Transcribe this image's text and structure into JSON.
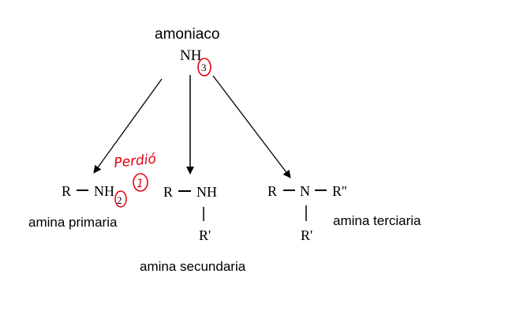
{
  "ammonia": {
    "label": "amoniaco",
    "formula_main": "NH",
    "formula_sub": "3"
  },
  "primary": {
    "r": "R",
    "nh_main": "NH",
    "nh_sub": "2",
    "name": "amina primaria"
  },
  "secondary": {
    "r": "R",
    "nh": "NH",
    "r_prime": "R'",
    "name": "amina secundaria"
  },
  "tertiary": {
    "r": "R",
    "n": "N",
    "r_double": "R''",
    "r_prime": "R'",
    "name": "amina terciaria"
  },
  "annotation": {
    "text": "Perdió",
    "circled_number": "1"
  },
  "colors": {
    "ink": "#000000",
    "annotation": "#e4000f"
  }
}
